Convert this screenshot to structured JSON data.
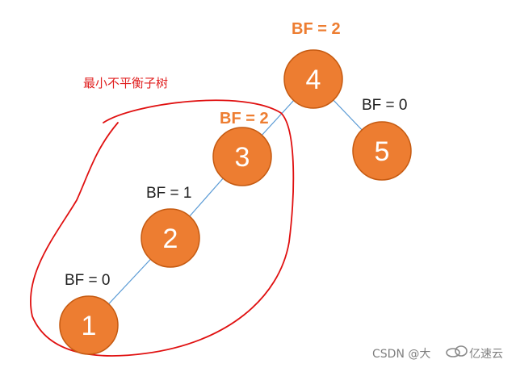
{
  "annotation": "最小不平衡子树",
  "nodes": [
    {
      "label": "1",
      "bf": "BF = 0",
      "bf_style": "plain"
    },
    {
      "label": "2",
      "bf": "BF = 1",
      "bf_style": "plain"
    },
    {
      "label": "3",
      "bf": "BF = 2",
      "bf_style": "bold"
    },
    {
      "label": "4",
      "bf": "BF = 2",
      "bf_style": "bold"
    },
    {
      "label": "5",
      "bf": "BF = 0",
      "bf_style": "plain"
    }
  ],
  "edges": [
    {
      "from": "1",
      "to": "2"
    },
    {
      "from": "2",
      "to": "3"
    },
    {
      "from": "3",
      "to": "4"
    },
    {
      "from": "4",
      "to": "5"
    }
  ],
  "watermark": {
    "csdn": "CSDN @大",
    "brand": "亿速云"
  },
  "colors": {
    "node_fill": "#ed7d31",
    "edge": "#5b9bd5",
    "bf_highlight": "#ed7d31",
    "annotation": "#e02020"
  }
}
